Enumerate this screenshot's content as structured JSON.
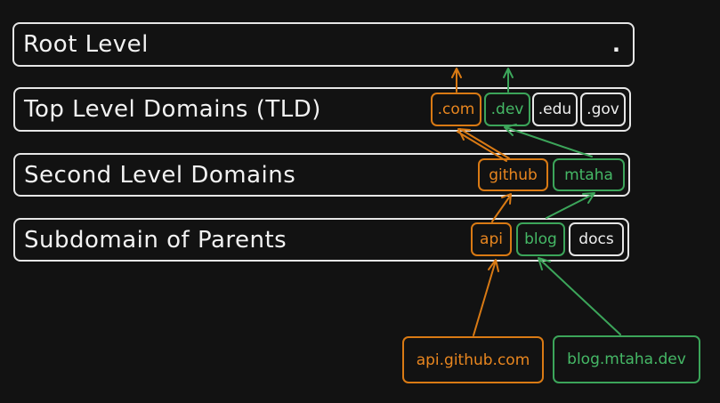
{
  "levels": {
    "root": {
      "label": "Root Level",
      "dot": "."
    },
    "tld": {
      "label": "Top Level Domains (TLD)"
    },
    "sld": {
      "label": "Second Level Domains"
    },
    "sub": {
      "label": "Subdomain of Parents"
    }
  },
  "nodes": {
    "com": ".com",
    "dev": ".dev",
    "edu": ".edu",
    "gov": ".gov",
    "github": "github",
    "mtaha": "mtaha",
    "api": "api",
    "blog": "blog",
    "docs": "docs",
    "api_full": "api.github.com",
    "blog_full": "blog.mtaha.dev"
  },
  "colors": {
    "background": "#121212",
    "orange": "#d97a14",
    "green": "#3ca55a",
    "white": "#e6e6e6"
  }
}
